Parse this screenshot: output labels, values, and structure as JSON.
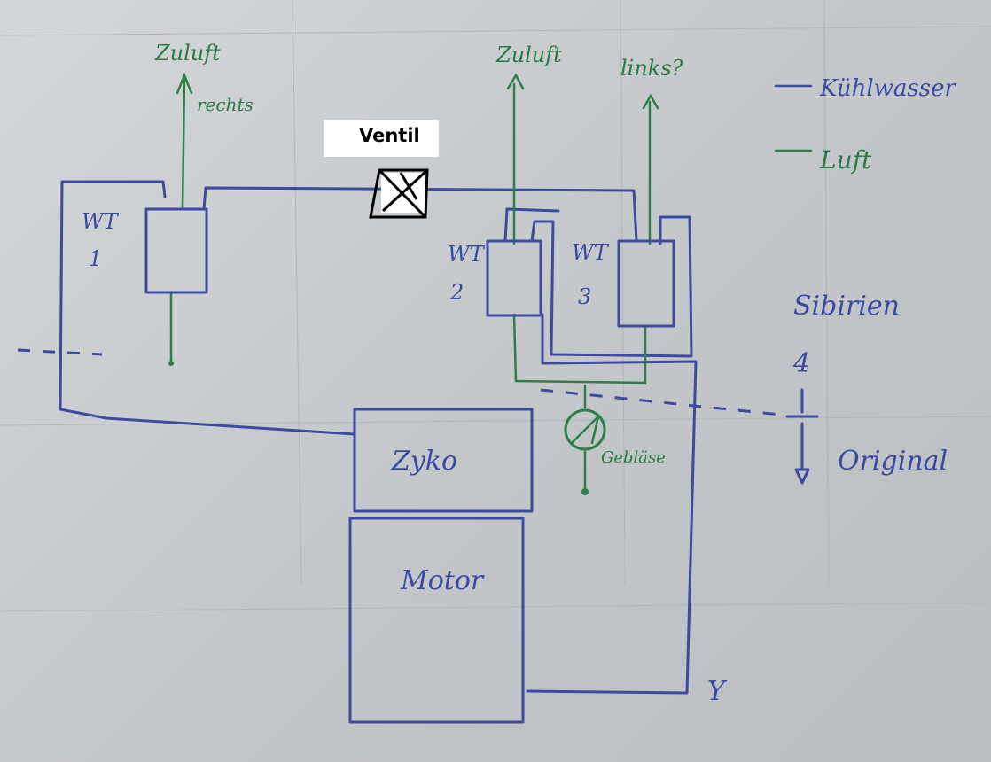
{
  "labels": {
    "zuluft_rechts_1": "Zuluft",
    "zuluft_rechts_2": "rechts",
    "ventil": "Ventil",
    "zuluft_mid": "Zuluft",
    "links": "links?",
    "legend_kuehlwasser": "Kühlwasser",
    "legend_luft": "Luft",
    "wt1_a": "WT",
    "wt1_b": "1",
    "wt2_a": "WT",
    "wt2_b": "2",
    "wt3_a": "WT",
    "wt3_b": "3",
    "sibirien": "Sibirien",
    "sibirien_num": "4",
    "original": "Original",
    "zyklo": "Zyko",
    "motor": "Motor",
    "geblaese": "Gebläse",
    "y": "Y"
  },
  "colors": {
    "coolant": "#3d4a9e",
    "air": "#2f7d4a",
    "paper": "#c9cccf"
  }
}
